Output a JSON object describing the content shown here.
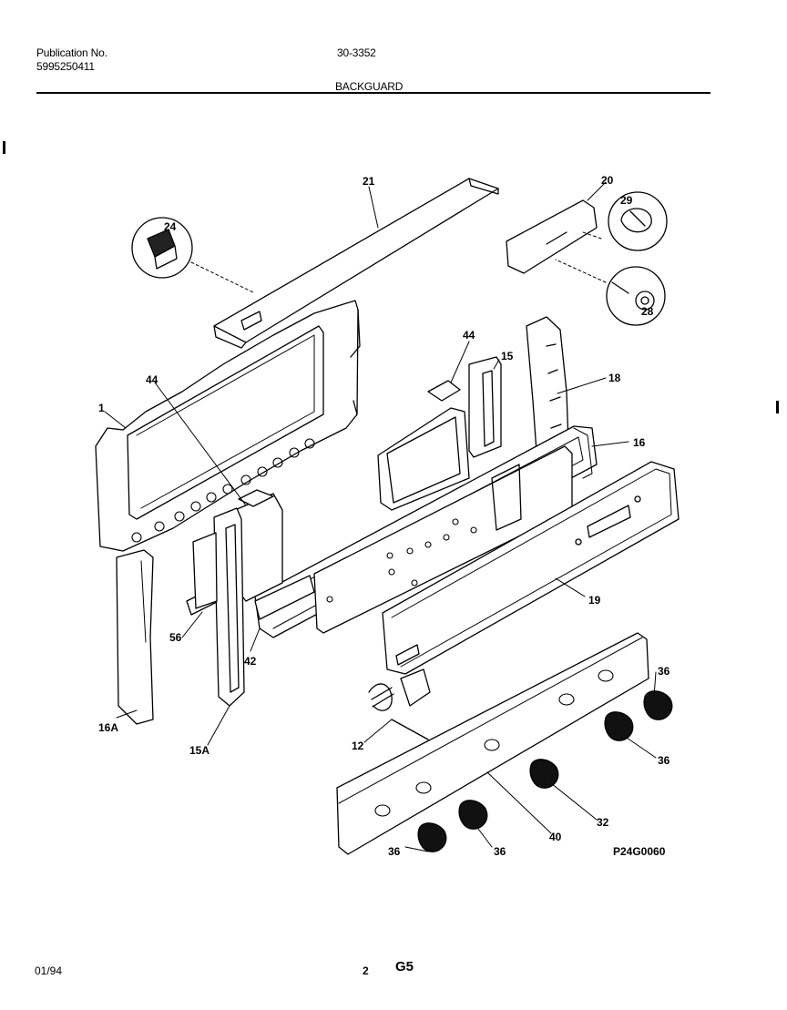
{
  "header": {
    "publication_label": "Publication No.",
    "publication_number": "5995250411",
    "model": "30-3352",
    "section_title": "BACKGUARD"
  },
  "diagram_code": "P24G0060",
  "callouts": {
    "c1": "1",
    "c12": "12",
    "c15": "15",
    "c15a": "15A",
    "c16a": "16A",
    "c16": "16",
    "c18": "18",
    "c19": "19",
    "c20": "20",
    "c21": "21",
    "c24": "24",
    "c28": "28",
    "c29": "29",
    "c32": "32",
    "c36a": "36",
    "c36b": "36",
    "c36c": "36",
    "c36d": "36",
    "c40": "40",
    "c42": "42",
    "c44a": "44",
    "c44b": "44",
    "c56": "56"
  },
  "footer": {
    "date": "01/94",
    "page": "2",
    "section_code": "G5"
  }
}
